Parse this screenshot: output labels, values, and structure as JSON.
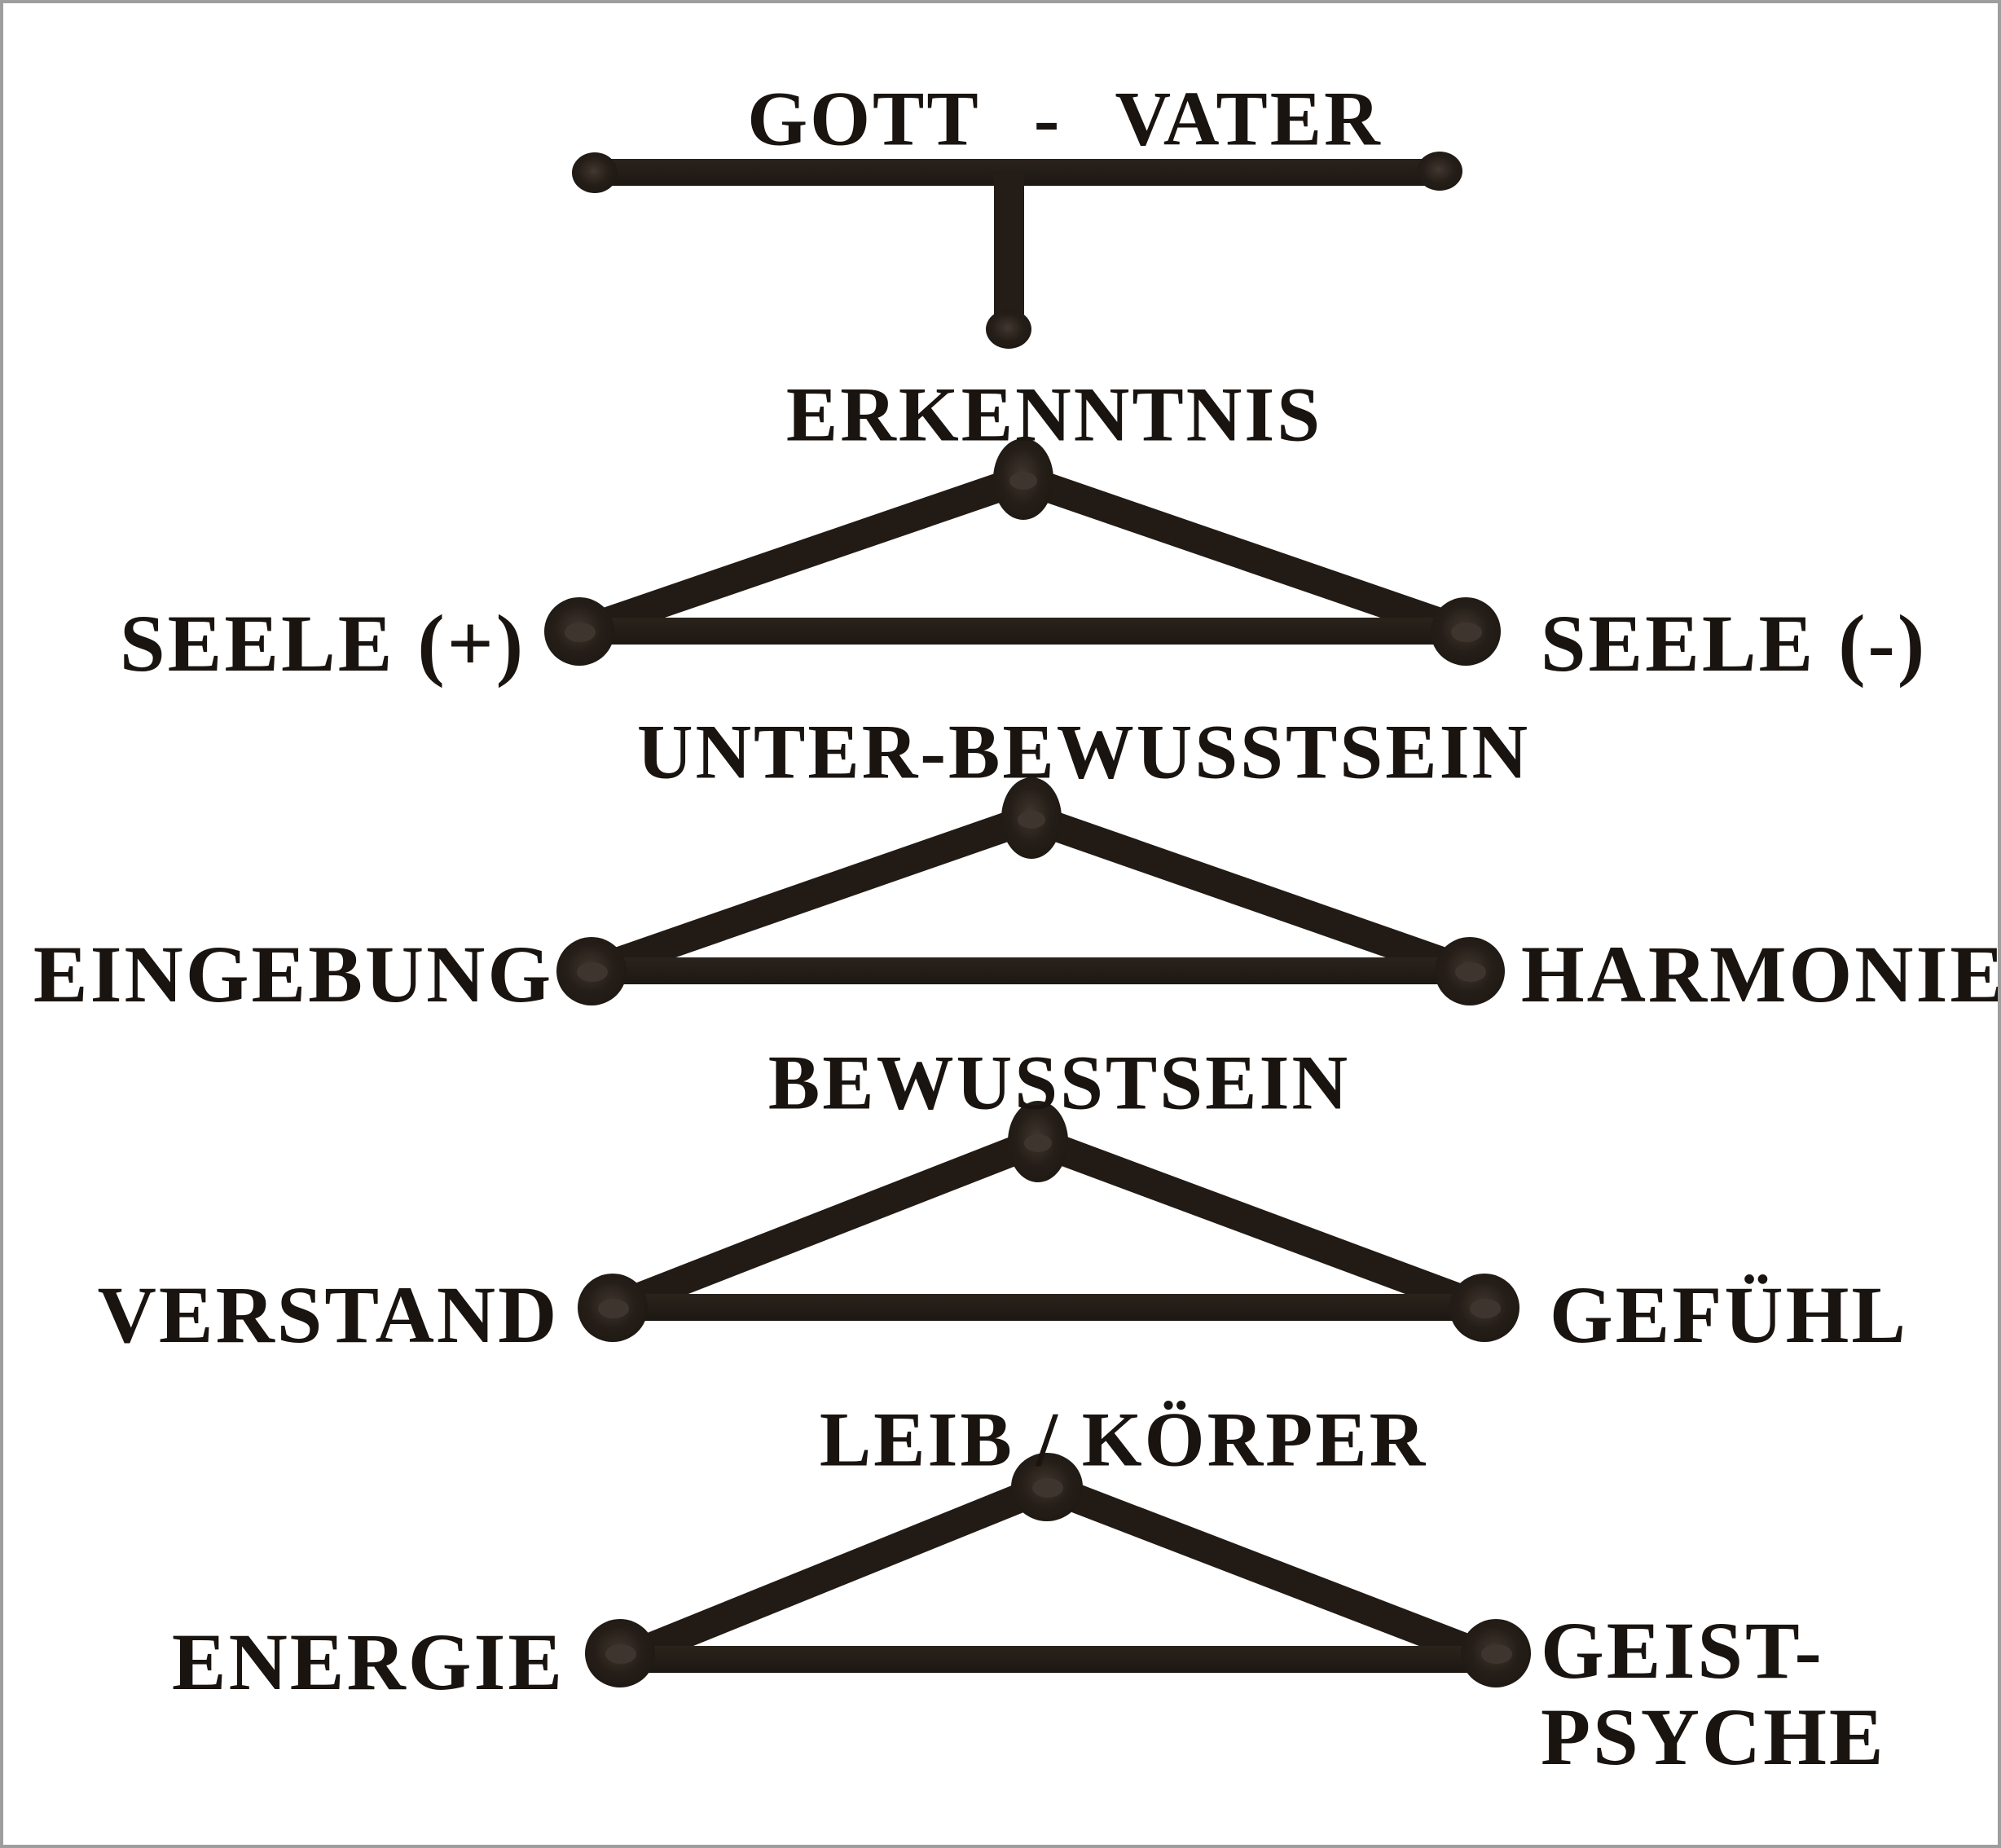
{
  "colors": {
    "ink": "#1f1813",
    "text": "#1a1410",
    "node_highlight": "#3e362e",
    "background": "#ffffff",
    "frame": "#9e9e9e"
  },
  "sections": [
    {
      "title": "GOTT - VATER"
    },
    {
      "title": "ERKENNTNIS",
      "left_label": "SEELE (+)",
      "right_label": "SEELE (-)"
    },
    {
      "title": "UNTER-BEWUSSTSEIN",
      "left_label": "EINGEBUNG",
      "right_label": "HARMONIE"
    },
    {
      "title": "BEWUSSTSEIN",
      "left_label": "VERSTAND",
      "right_label": "GEFÜHL"
    },
    {
      "title": "LEIB / KÖRPER",
      "left_label": "ENERGIE",
      "right_label_lines": [
        "GEIST-",
        "PSYCHE"
      ]
    }
  ]
}
